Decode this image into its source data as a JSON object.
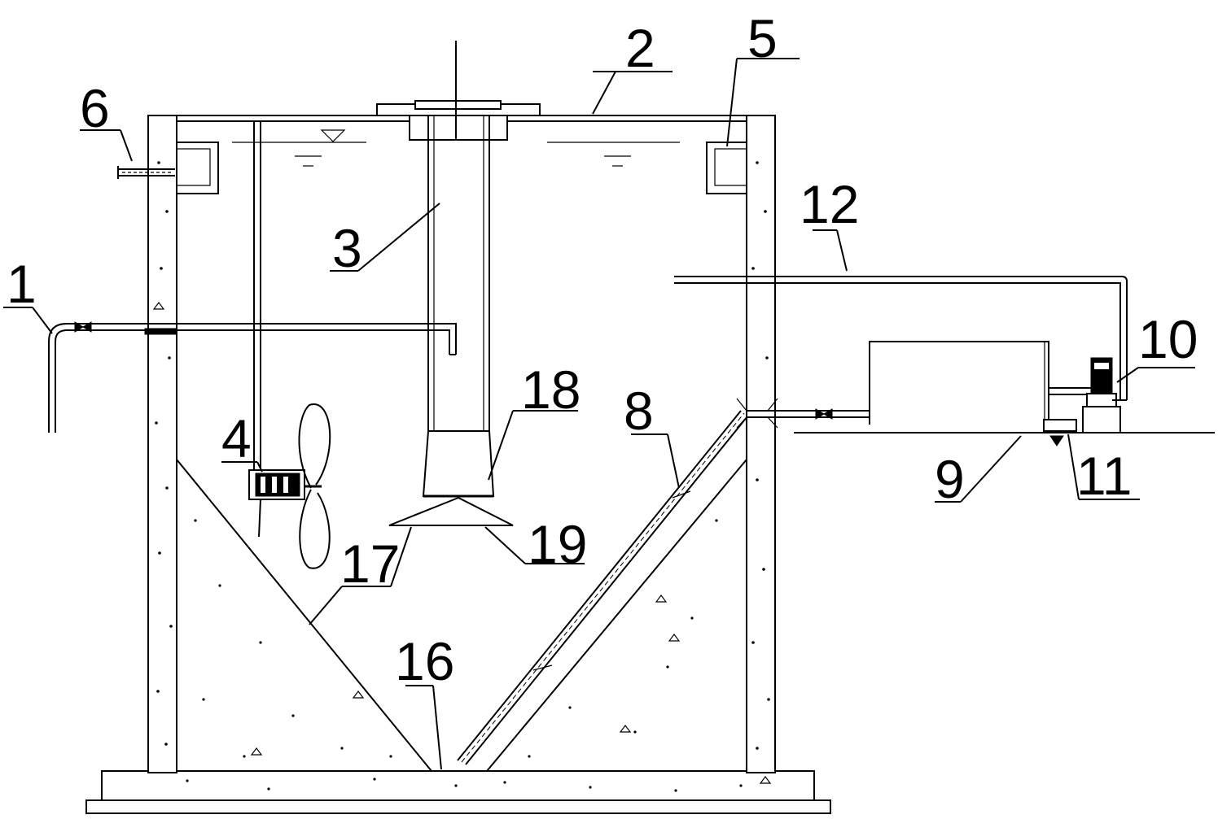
{
  "labels": {
    "l1": "1",
    "l2": "2",
    "l3": "3",
    "l4": "4",
    "l5": "5",
    "l6": "6",
    "l8": "8",
    "l9": "9",
    "l10": "10",
    "l11": "11",
    "l12": "12",
    "l16": "16",
    "l17": "17",
    "l18": "18",
    "l19": "19"
  }
}
